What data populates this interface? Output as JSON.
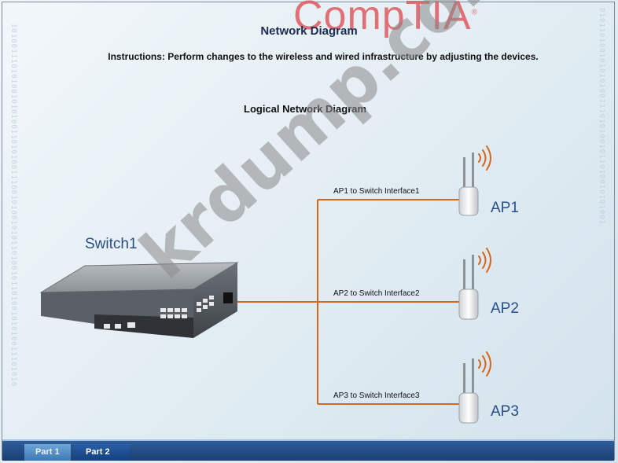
{
  "logo": {
    "text": "CompTIA",
    "mark": "®"
  },
  "header": {
    "title": "Network Diagram",
    "instructions": "Instructions: Perform changes to the wireless and wired infrastructure by adjusting the devices."
  },
  "diagram": {
    "title": "Logical Network Diagram",
    "switch": {
      "label": "Switch1"
    },
    "links": [
      {
        "label": "AP1 to Switch Interface1",
        "ap": "AP1"
      },
      {
        "label": "AP2 to Switch Interface2",
        "ap": "AP2"
      },
      {
        "label": "AP3 to Switch Interface3",
        "ap": "AP3"
      }
    ],
    "link_color": "#d4661e",
    "signal_color": "#d4661e"
  },
  "watermark": {
    "text": "krdump.com"
  },
  "tabs": [
    {
      "label": "Part 1"
    },
    {
      "label": "Part 2"
    }
  ]
}
